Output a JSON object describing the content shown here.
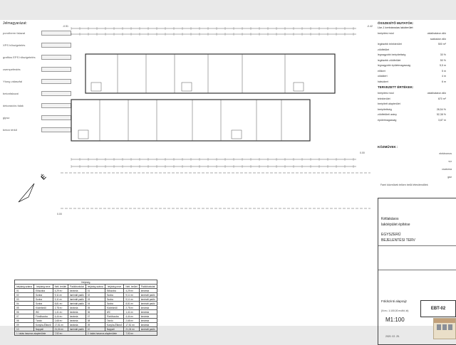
{
  "legend": {
    "title": "Jelmagyarázat:",
    "items": [
      "porotherm falazat",
      "XPS hőszigetelés",
      "grafitos EPS hőszigetelés",
      "csempefestés",
      "Ytong válaszfal",
      "betonfalazat",
      "dekorációs falak",
      "gipsz",
      "beton térkő"
    ]
  },
  "plan": {
    "levels": [
      "-0.51",
      "-0.42",
      "0.00",
      "0.00"
    ]
  },
  "summary": {
    "title": "ÖSSZESÍTŐ MUTATÓK:",
    "subtitle": "Lke-1 kertvárosias lakóterület",
    "rows": [
      {
        "k": "beépítési mód",
        "v": "oldalhatáron álló"
      },
      {
        "k": "",
        "v": "szabadon álló"
      },
      {
        "k": "legkisebb telekterület",
        "v": "500 m²"
      },
      {
        "k": "zöldfelület",
        "v": ""
      },
      {
        "k": "legnagyobb beépítettség",
        "v": "30 %"
      },
      {
        "k": "legkisebb zöldfelület",
        "v": "50 %"
      },
      {
        "k": "legnagyobb épületmagasság",
        "v": "5,5 m"
      },
      {
        "k": "előkert",
        "v": "5 m"
      },
      {
        "k": "oldalkert",
        "v": "4 m"
      },
      {
        "k": "hátsókert",
        "v": "6 m"
      }
    ]
  },
  "planned": {
    "title": "TERVEZETT ÉRTÉKEK:",
    "rows": [
      {
        "k": "beépítési mód",
        "v": "oldalhatáron álló"
      },
      {
        "k": "telekterület",
        "v": "670 m²"
      },
      {
        "k": "beépített alapterület",
        "v": ""
      },
      {
        "k": "beépítettség",
        "v": "28,54 %"
      },
      {
        "k": "zöldfelületi arány",
        "v": "52,38 %"
      },
      {
        "k": "épületmagasság",
        "v": "3,87 m"
      }
    ]
  },
  "utilities": {
    "title": "KÖZMŰVEK :",
    "items": [
      "elektromos",
      "víz",
      "csatorna",
      "gáz",
      "Fami közművek telken belül létesítendőek"
    ]
  },
  "title_block": {
    "project1": "Kétlakásos",
    "project2": "lakóépület építése",
    "plan_type1": "EGYSZERŰ",
    "plan_type2": "BEJELENTÉSI TERV",
    "sheet_name": "Földszinti alaprajz",
    "scale_note": "(N m², 1:100,00 m²/kit, kt)",
    "scale": "M1:100",
    "date": "2020. 02. 25.",
    "sheet_code": "EBT-02"
  },
  "room_table": {
    "caption": "Helyiség",
    "headers": [
      "helyiség száma",
      "helyiség neve",
      "Nett. terület",
      "Padlóburkolat",
      "helyiség száma",
      "helyiség neve",
      "Nett. terület",
      "Padlóburkolat"
    ],
    "rows": [
      [
        "01",
        "Előszoba",
        "4,29 m²",
        "kerámia",
        "01",
        "Előszoba",
        "4,29 m²",
        "kerámia"
      ],
      [
        "02",
        "Szoba",
        "9,11 m²",
        "laminált padló",
        "02",
        "Szoba",
        "9,11 m²",
        "laminált padló"
      ],
      [
        "03",
        "Szoba",
        "9,11 m²",
        "laminált padló",
        "03",
        "Szoba",
        "9,11 m²",
        "laminált padló"
      ],
      [
        "04",
        "Szoba",
        "8,81 m²",
        "laminált padló",
        "04",
        "Szoba",
        "8,81 m²",
        "laminált padló"
      ],
      [
        "05",
        "Közlekedő",
        "2,78 m²",
        "kerámia",
        "05",
        "Közlekedő",
        "2,78 m²",
        "kerámia"
      ],
      [
        "06",
        "WC",
        "1,41 m²",
        "kerámia",
        "06",
        "WC",
        "1,41 m²",
        "kerámia"
      ],
      [
        "07",
        "Fürdőszoba",
        "4,44 m²",
        "kerámia",
        "07",
        "Fürdőszoba",
        "4,44 m²",
        "kerámia"
      ],
      [
        "08",
        "Tároló",
        "2,68 m²",
        "kerámia",
        "08",
        "Tároló",
        "2,68 m²",
        "kerámia"
      ],
      [
        "09",
        "Konyha-Étkező",
        "17,51 m²",
        "kerámia",
        "09",
        "Konyha-Étkező",
        "17,51 m²",
        "kerámia"
      ],
      [
        "10",
        "Nappali",
        "21,04 m²",
        "laminált padló",
        "10",
        "Nappali",
        "21,04 m²",
        "laminált padló"
      ]
    ],
    "footer_left": "1. lakás hasznos alapterülete",
    "footer_left_val": "7,92 m²",
    "footer_right": "2. lakás hasznos alapterülete",
    "footer_right_val": "7,92 m²"
  },
  "north_label": "É"
}
